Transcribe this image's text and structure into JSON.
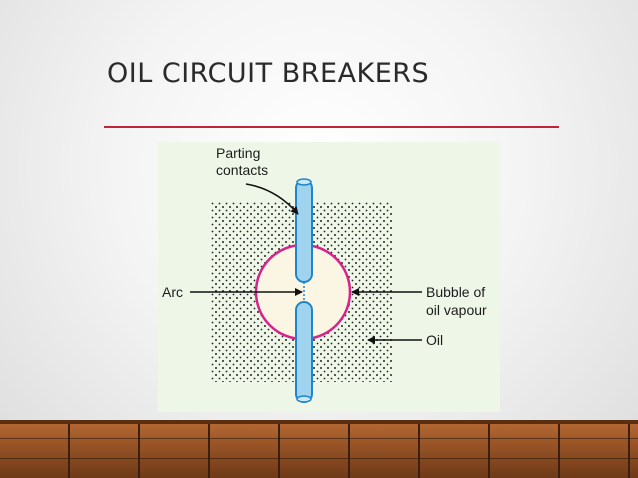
{
  "slide": {
    "title": "OIL CIRCUIT BREAKERS"
  },
  "diagram": {
    "labels": {
      "parting_line1": "Parting",
      "parting_line2": "contacts",
      "arc": "Arc",
      "bubble_line1": "Bubble of",
      "bubble_line2": "oil vapour",
      "oil": "Oil"
    },
    "colors": {
      "contact_fill": "#9fd3ee",
      "contact_stroke": "#1f86c9",
      "bubble_fill": "#fbf5e3",
      "bubble_stroke": "#d6238c",
      "oil_dots": "#222222",
      "figure_bg": "#eef6e8",
      "title_rule": "#c0243a"
    }
  }
}
